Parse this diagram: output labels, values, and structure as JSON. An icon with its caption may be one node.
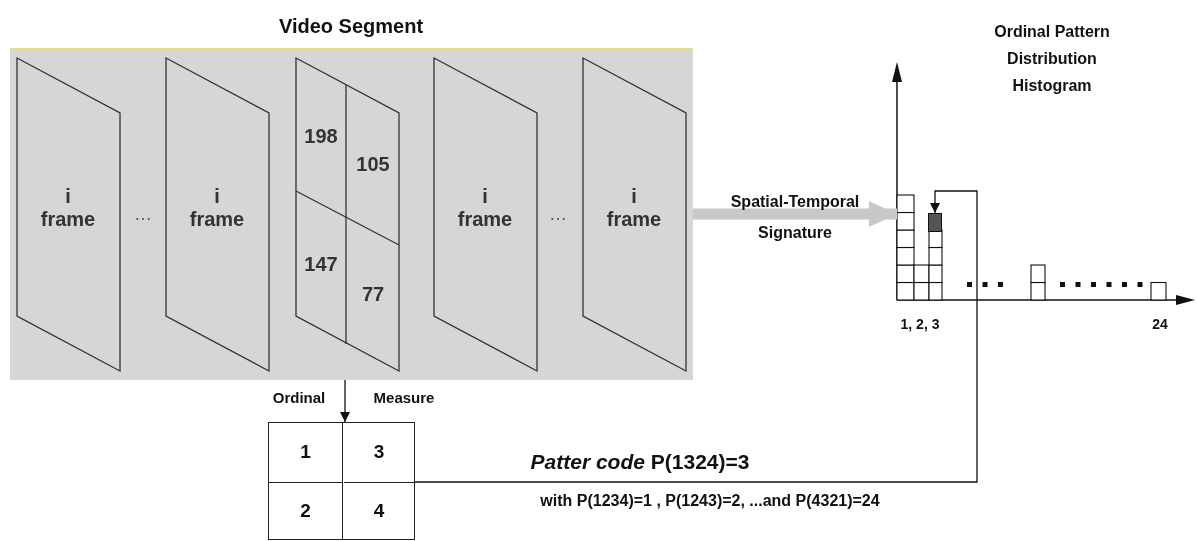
{
  "diagram": {
    "nodes": [
      {
        "text": [
          "Video Segment"
        ]
      },
      {
        "text": [
          "i frame"
        ],
        "in": 0
      },
      {
        "text": [
          "i frame"
        ],
        "in": 0
      },
      {
        "text": [
          "198",
          "105",
          "147",
          "77"
        ],
        "in": 0
      },
      {
        "text": [
          "i frame"
        ],
        "in": 0
      },
      {
        "text": [
          "i frame"
        ],
        "in": 0
      },
      {
        "text": [
          "Ordinal",
          "Measure",
          "1",
          "3",
          "2",
          "4"
        ]
      },
      {
        "text": [
          "Ordinal Pattern Distribution Histogram"
        ]
      },
      {
        "text": [],
        "shape": "box",
        "in": 7
      }
    ],
    "edges": [
      {
        "from": 3,
        "to": 6,
        "arrow": "to"
      },
      {
        "from": 0,
        "to": 7,
        "arrow": "to",
        "label": "Spatial-Temporal Signature",
        "style": "thick",
        "color": "#c8c8c8"
      },
      {
        "from": 6,
        "to": 8,
        "arrow": "to"
      }
    ],
    "labels": [
      "…",
      "…",
      "1, 2, 3",
      "24",
      "*Patter code* P(1324)=3",
      "with P(1234)=1 , P(1243)=2, ...and P(4321)=24"
    ]
  }
}
